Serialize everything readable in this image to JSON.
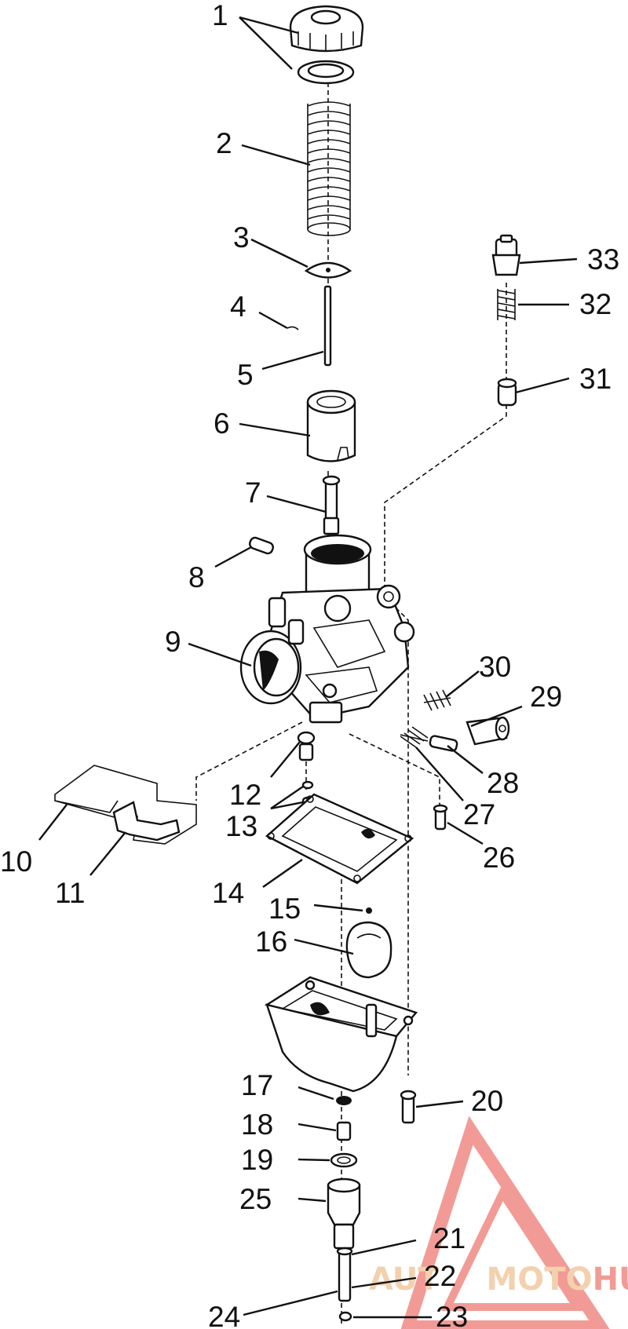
{
  "diagram": {
    "callouts": [
      {
        "id": "1",
        "label": "1"
      },
      {
        "id": "2",
        "label": "2"
      },
      {
        "id": "3",
        "label": "3"
      },
      {
        "id": "4",
        "label": "4"
      },
      {
        "id": "5",
        "label": "5"
      },
      {
        "id": "6",
        "label": "6"
      },
      {
        "id": "7",
        "label": "7"
      },
      {
        "id": "8",
        "label": "8"
      },
      {
        "id": "9",
        "label": "9"
      },
      {
        "id": "10",
        "label": "10"
      },
      {
        "id": "11",
        "label": "11"
      },
      {
        "id": "12",
        "label": "12"
      },
      {
        "id": "13",
        "label": "13"
      },
      {
        "id": "14",
        "label": "14"
      },
      {
        "id": "15",
        "label": "15"
      },
      {
        "id": "16",
        "label": "16"
      },
      {
        "id": "17",
        "label": "17"
      },
      {
        "id": "18",
        "label": "18"
      },
      {
        "id": "19",
        "label": "19"
      },
      {
        "id": "20",
        "label": "20"
      },
      {
        "id": "21",
        "label": "21"
      },
      {
        "id": "22",
        "label": "22"
      },
      {
        "id": "23",
        "label": "23"
      },
      {
        "id": "24",
        "label": "24"
      },
      {
        "id": "25",
        "label": "25"
      },
      {
        "id": "26",
        "label": "26"
      },
      {
        "id": "27",
        "label": "27"
      },
      {
        "id": "28",
        "label": "28"
      },
      {
        "id": "29",
        "label": "29"
      },
      {
        "id": "30",
        "label": "30"
      },
      {
        "id": "31",
        "label": "31"
      },
      {
        "id": "32",
        "label": "32"
      },
      {
        "id": "33",
        "label": "33"
      }
    ]
  },
  "watermark": {
    "part1": "AUT",
    "part2": "MOTO",
    "part3": "HUB",
    "color_primary": "#f08a84",
    "color_secondary": "#f2c9a0"
  }
}
